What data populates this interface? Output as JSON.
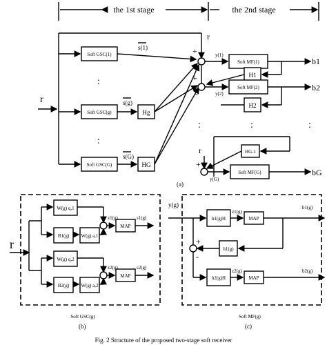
{
  "stages": {
    "first": "the 1st stage",
    "second": "the 2nd stage"
  },
  "panel_a": {
    "input": "r",
    "top_r": "r",
    "lower_r": "r",
    "gsc_blocks": [
      "Soft GSC(1)",
      "Soft GSC(g)",
      "Soft GSC(G)"
    ],
    "s_labels": [
      "s(1)",
      "s(g)",
      "s(G)"
    ],
    "h_blocks": [
      "Hg",
      "HG"
    ],
    "mf_blocks": [
      "Soft MF(1)",
      "Soft MF(2)",
      "Soft MF(G)"
    ],
    "fb_blocks": [
      "H1",
      "H2",
      "HG-1"
    ],
    "y_labels": [
      "y(1)",
      "y(2)",
      "y(G)"
    ],
    "outputs": [
      "b1",
      "b2",
      "bG"
    ],
    "dots": [
      ":",
      ":",
      ":",
      ":",
      ":"
    ],
    "plus": "+",
    "minus": "-",
    "caption": "(a)"
  },
  "panel_b": {
    "input": "r",
    "w_blocks": [
      "W(g) q,1",
      "W(g) a,1",
      "W(g) q,2",
      "W(g) a,2"
    ],
    "b_blocks": [
      "B1(g)",
      "B2(g)"
    ],
    "z_labels": [
      "z1(g)",
      "z2(g)"
    ],
    "s_labels": [
      "s1(g)",
      "s2(g)"
    ],
    "map": [
      "MAP",
      "MAP"
    ],
    "caption_name": "Soft GSC(g)",
    "caption": "(b)"
  },
  "panel_c": {
    "input": "y(g)",
    "h_blocks": [
      "h1(g)H",
      "h1(g)",
      "h2(g)H"
    ],
    "z_labels": [
      "z1(g)",
      "z2(g)"
    ],
    "outputs": [
      "b1(g)",
      "b2(g)"
    ],
    "map": [
      "MAP",
      "MAP"
    ],
    "caption_name": "Soft MF(g)",
    "caption": "(c)"
  },
  "figure_caption": "Fig. 2    Structure of the proposed two-stage soft receiver"
}
